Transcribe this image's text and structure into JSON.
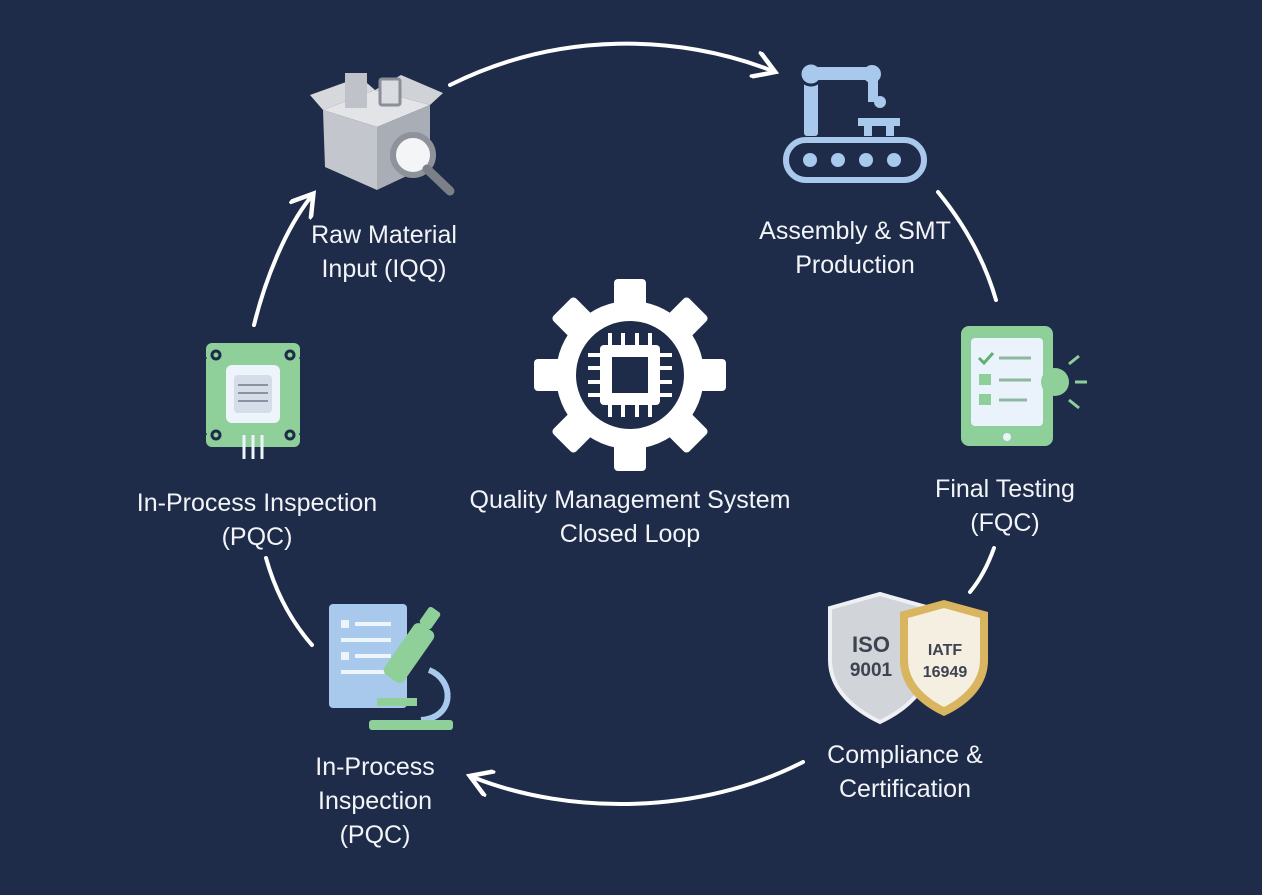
{
  "center": {
    "line1": "Quality Management System",
    "line2": "Closed Loop"
  },
  "stages": [
    {
      "id": "raw",
      "line1": "Raw Material",
      "line2": "Input (IQQ)",
      "icon": "box-magnifier-icon"
    },
    {
      "id": "assembly",
      "line1": "Assembly & SMT",
      "line2": "Production",
      "icon": "robot-arm-conveyor-icon"
    },
    {
      "id": "final",
      "line1": "Final Testing",
      "line2": "(FQC)",
      "icon": "tablet-checklist-icon"
    },
    {
      "id": "compliance",
      "line1": "Compliance &",
      "line2": "Certification",
      "icon": "certification-shields-icon"
    },
    {
      "id": "inprocess-bottom",
      "line1": "In-Process",
      "line2": "Inspection",
      "line3": "(PQC)",
      "icon": "microscope-document-icon"
    },
    {
      "id": "inprocess-left",
      "line1": "In-Process Inspection",
      "line2": "(PQC)",
      "icon": "circuit-chip-icon"
    }
  ],
  "badges": {
    "iso": {
      "line1": "ISO",
      "line2": "9001"
    },
    "iatf": {
      "line1": "IATF",
      "line2": "16949"
    }
  },
  "colors": {
    "background": "#1e2c49",
    "arrow": "#ffffff",
    "blue_accent": "#a8c8ec",
    "green_accent": "#8fcf9a",
    "gray_icon": "#c9ccd2",
    "gold": "#d9b560"
  }
}
